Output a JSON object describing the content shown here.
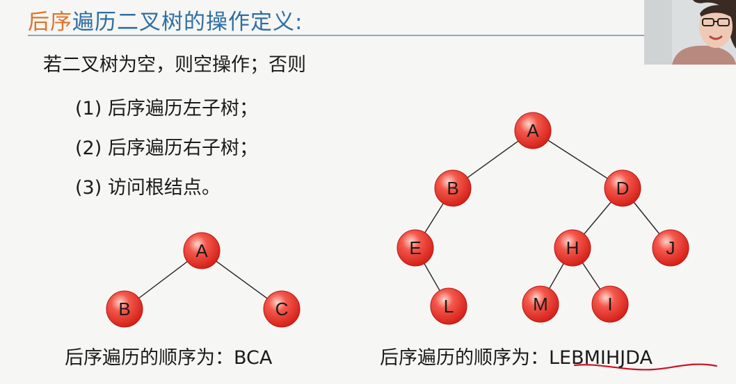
{
  "title": {
    "accent": "后序",
    "rest": "遍历二叉树的操作定义:"
  },
  "definition": {
    "intro": "若二叉树为空，则空操作；否则",
    "steps": [
      "(1) 后序遍历左子树；",
      "(2) 后序遍历右子树；",
      "(3) 访问根结点。"
    ]
  },
  "trees": [
    {
      "nodes": [
        {
          "id": "A",
          "label": "A"
        },
        {
          "id": "B",
          "label": "B"
        },
        {
          "id": "C",
          "label": "C"
        }
      ],
      "edges": [
        [
          "A",
          "B"
        ],
        [
          "A",
          "C"
        ]
      ],
      "result_label": "后序遍历的顺序为：BCA"
    },
    {
      "nodes": [
        {
          "id": "A",
          "label": "A"
        },
        {
          "id": "B",
          "label": "B"
        },
        {
          "id": "D",
          "label": "D"
        },
        {
          "id": "E",
          "label": "E"
        },
        {
          "id": "H",
          "label": "H"
        },
        {
          "id": "J",
          "label": "J"
        },
        {
          "id": "L",
          "label": "L"
        },
        {
          "id": "M",
          "label": "M"
        },
        {
          "id": "I",
          "label": "I"
        }
      ],
      "edges": [
        [
          "A",
          "B"
        ],
        [
          "A",
          "D"
        ],
        [
          "B",
          "E"
        ],
        [
          "E",
          "L"
        ],
        [
          "D",
          "H"
        ],
        [
          "D",
          "J"
        ],
        [
          "H",
          "M"
        ],
        [
          "H",
          "I"
        ]
      ],
      "result_prefix": "后序遍历的顺序为：",
      "result_sequence": "LEBMIHJDA"
    }
  ],
  "colors": {
    "title_accent": "#e07326",
    "title_main": "#2e6ea4",
    "node_fill": "#e8362c",
    "annotation": "#cc1122"
  }
}
